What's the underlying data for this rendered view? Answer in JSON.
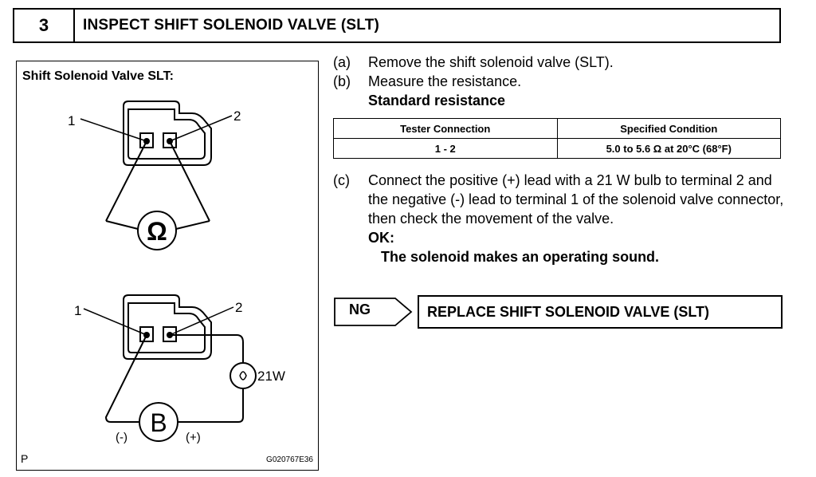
{
  "header": {
    "step_number": "3",
    "title": "INSPECT SHIFT SOLENOID VALVE (SLT)"
  },
  "figure": {
    "title": "Shift Solenoid Valve SLT:",
    "top_label_1": "1",
    "top_label_2": "2",
    "ohm_symbol": "Ω",
    "bottom_label_1": "1",
    "bottom_label_2": "2",
    "bulb_label": "21W",
    "battery_symbol": "B",
    "minus_label": "(-)",
    "plus_label": "(+)",
    "corner_letter": "P",
    "figure_code": "G020767E36"
  },
  "steps": {
    "a_label": "(a)",
    "a_text": "Remove the shift solenoid valve (SLT).",
    "b_label": "(b)",
    "b_text": "Measure the resistance.",
    "standard_heading": "Standard resistance",
    "c_label": "(c)",
    "c_text": "Connect the positive (+) lead with a 21 W bulb to terminal 2 and the negative (-) lead to terminal 1 of the solenoid valve connector, then check the movement of the valve.",
    "ok_label": "OK:",
    "ok_text": "The solenoid makes an operating sound."
  },
  "table": {
    "headers": [
      "Tester Connection",
      "Specified Condition"
    ],
    "rows": [
      [
        "1 - 2",
        "5.0 to 5.6 Ω at 20°C (68°F)"
      ]
    ]
  },
  "ng": {
    "tag": "NG",
    "action": "REPLACE SHIFT SOLENOID VALVE (SLT)"
  }
}
